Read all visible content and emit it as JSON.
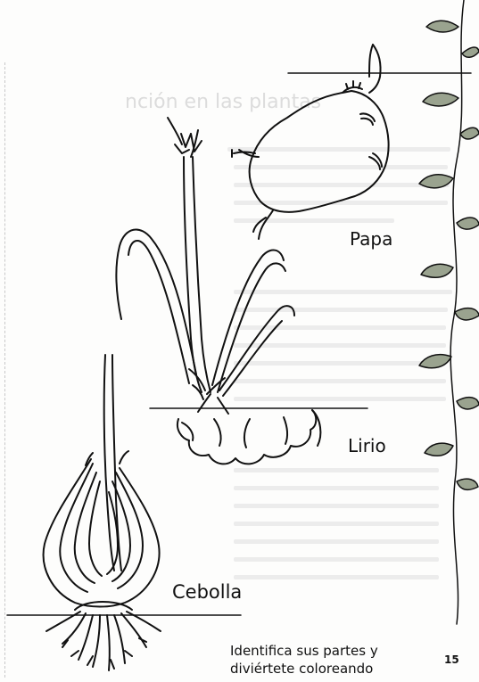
{
  "labels": {
    "papa": "Papa",
    "lirio": "Lirio",
    "cebolla": "Cebolla"
  },
  "caption": {
    "line1": "Identifica sus partes y",
    "line2": "diviértete coloreando"
  },
  "page_number": "15",
  "background_text": {
    "title_fragment": "nción en las plantas"
  }
}
